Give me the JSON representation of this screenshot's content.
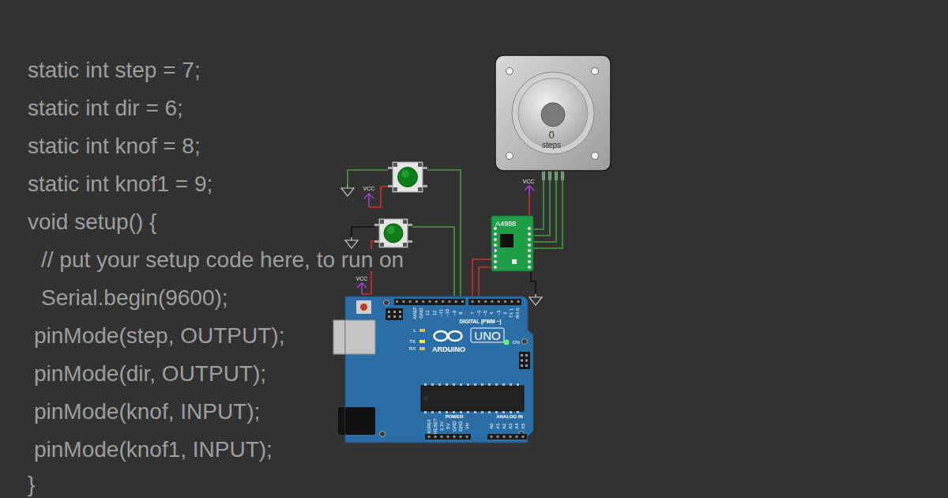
{
  "diagram": {
    "nodes": [
      {
        "text": [
          "0",
          "steps"
        ]
      },
      {
        "text": [
          "A4988"
        ]
      },
      {
        "text": [
          "AREF",
          "GND",
          "13",
          "12",
          "~11",
          "~10",
          "~9",
          "8",
          "7",
          "~6",
          "~5",
          "4",
          "~3",
          "2",
          "TX 1",
          "RX 0",
          "DIGITAL (PWM ~)",
          "L",
          "TX",
          "RX",
          "ARDUINO",
          "UNO",
          "ON",
          "IOREF",
          "RESET",
          "3.3V",
          "5V",
          "GND",
          "GND",
          "Vin",
          "POWER",
          "ANALOG IN",
          "A0",
          "A1",
          "A2",
          "A3",
          "A4",
          "A5"
        ]
      }
    ],
    "edges": [
      {
        "from": 0,
        "to": 1,
        "arrow": "none"
      },
      {
        "from": 0,
        "to": 1,
        "arrow": "none"
      },
      {
        "from": 0,
        "to": 1,
        "arrow": "none"
      },
      {
        "from": 0,
        "to": 1,
        "arrow": "none"
      },
      {
        "from": 1,
        "to": 2,
        "arrow": "none"
      },
      {
        "from": 1,
        "to": 2,
        "arrow": "none"
      }
    ],
    "labels": [
      "static int step = 7;",
      "static int dir = 6;",
      "static int knof = 8;",
      "static int knof1 = 9;",
      "void setup() {",
      "// put your setup code here, to run on",
      "Serial.begin(9600);",
      "pinMode(step, OUTPUT);",
      "pinMode(dir, OUTPUT);",
      "pinMode(knof, INPUT);",
      "pinMode(knof1, INPUT);",
      "}",
      "VCC",
      "VCC",
      "VCC"
    ]
  }
}
